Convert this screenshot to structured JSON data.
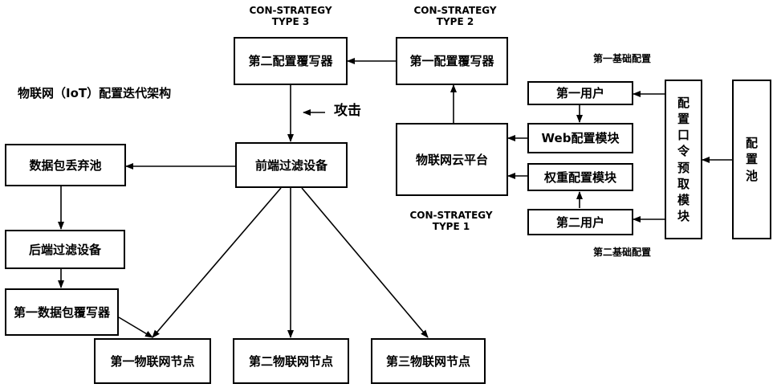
{
  "title": "物联网（IoT）配置迭代架构",
  "labels": {
    "type3": [
      "CON-STRATEGY",
      "TYPE 3"
    ],
    "type2": [
      "CON-STRATEGY",
      "TYPE 2"
    ],
    "type1": [
      "CON-STRATEGY",
      "TYPE 1"
    ],
    "first_basic_config": "第一基础配置",
    "second_basic_config": "第二基础配置",
    "attack": "攻击"
  },
  "nodes": {
    "second_config_rewriter": "第二配置覆写器",
    "first_config_rewriter": "第一配置覆写器",
    "front_filter": "前端过滤设备",
    "packet_drop_pool": "数据包丢弃池",
    "back_filter": "后端过滤设备",
    "first_packet_rewriter": "第一数据包覆写器",
    "iot_cloud": "物联网云平台",
    "first_user": "第一用户",
    "web_config_module": "Web配置模块",
    "weight_config_module": "权重配置模块",
    "second_user": "第二用户",
    "config_cmd_prefetch": "配置口令预取模块",
    "config_pool": "配置池",
    "iot_node_1": "第一物联网节点",
    "iot_node_2": "第二物联网节点",
    "iot_node_3": "第三物联网节点"
  }
}
